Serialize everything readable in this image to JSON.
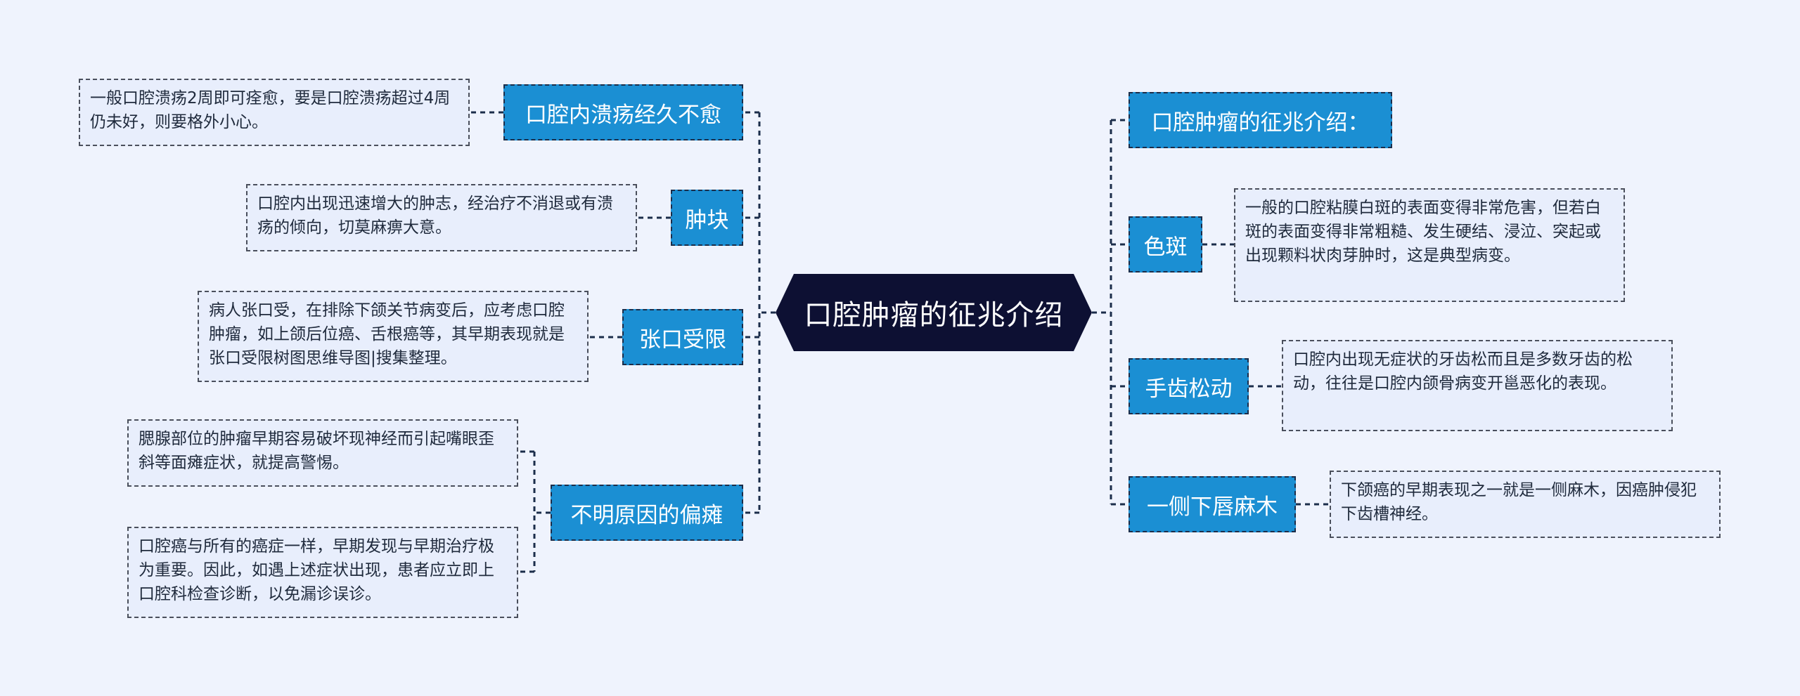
{
  "center": {
    "label": "口腔肿瘤的征兆介绍"
  },
  "left_branches": [
    {
      "label": "口腔内溃疡经久不愈",
      "details": [
        "一般口腔溃疡2周即可痊愈，要是口腔溃疡超过4周仍未好，则要格外小心。"
      ]
    },
    {
      "label": "肿块",
      "details": [
        "口腔内出现迅速增大的肿志，经治疗不消退或有溃疡的倾向，切莫麻痹大意。"
      ]
    },
    {
      "label": "张口受限",
      "details": [
        "病人张口受，在排除下颌关节病变后，应考虑口腔肿瘤，如上颌后位癌、舌根癌等，其早期表现就是张口受限树图思维导图|搜集整理。"
      ]
    },
    {
      "label": "不明原因的偏瘫",
      "details": [
        "腮腺部位的肿瘤早期容易破坏现神经而引起嘴眼歪斜等面瘫症状，就提高警惕。",
        "口腔癌与所有的癌症一样，早期发现与早期治疗极为重要。因此，如遇上述症状出现，患者应立即上口腔科检查诊断，以免漏诊误诊。"
      ]
    }
  ],
  "right_branches": [
    {
      "label": "口腔肿瘤的征兆介绍：",
      "details": []
    },
    {
      "label": "色斑",
      "details": [
        "一般的口腔粘膜白斑的表面变得非常危害，但若白斑的表面变得非常粗糙、发生硬结、浸泣、突起或出现颗料状肉芽肿时，这是典型病变。"
      ]
    },
    {
      "label": "手齿松动",
      "details": [
        "口腔内出现无症状的牙齿松而且是多数牙齿的松动，往往是口腔内颌骨病变开邕恶化的表现。"
      ]
    },
    {
      "label": "一侧下唇麻木",
      "details": [
        "下颌癌的早期表现之一就是一侧麻木，因癌肿侵犯下齿槽神经。"
      ]
    }
  ],
  "colors": {
    "background": "#eff3fd",
    "center_fill": "#0d1033",
    "branch_fill": "#1b8fd3",
    "leaf_fill": "#e8eefc",
    "connector": "#1b2d4a"
  }
}
